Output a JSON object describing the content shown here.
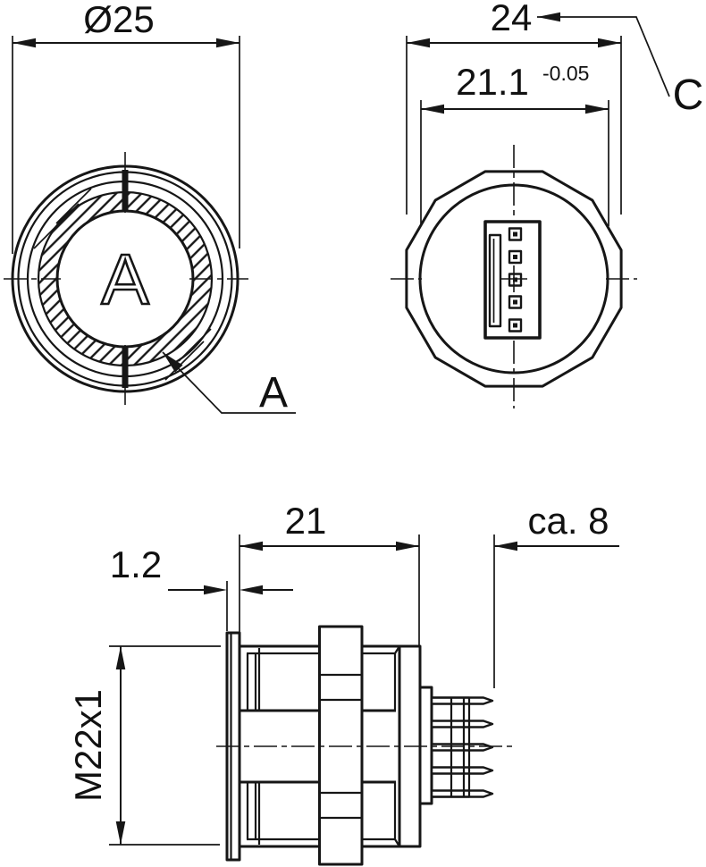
{
  "front": {
    "diameter": "Ø25",
    "face_label": "A",
    "detail_callout": "A"
  },
  "back": {
    "across_flats": "24",
    "inner_diameter": "21.1",
    "inner_tolerance": "-0.05",
    "detail_callout": "C"
  },
  "side": {
    "body_length": "21",
    "pin_length": "ca. 8",
    "bezel_thickness": "1.2",
    "thread": "M22x1"
  }
}
